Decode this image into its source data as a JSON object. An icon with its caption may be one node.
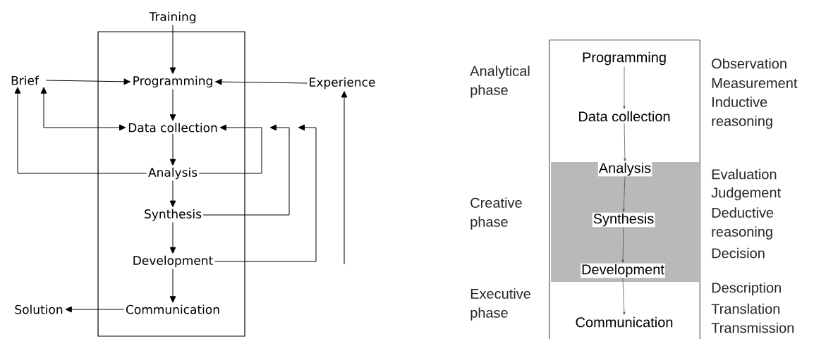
{
  "diagram": {
    "nodes": [
      {
        "text": [],
        "shape": "box"
      },
      {
        "text": [
          "Training"
        ]
      },
      {
        "text": [
          "Brief"
        ]
      },
      {
        "text": [
          "Programming"
        ],
        "in": 0
      },
      {
        "text": [
          "Experience"
        ]
      },
      {
        "text": [
          "Data collection"
        ],
        "in": 0
      },
      {
        "text": [
          "Analysis"
        ],
        "in": 0
      },
      {
        "text": [
          "Synthesis"
        ],
        "in": 0
      },
      {
        "text": [
          "Development"
        ],
        "in": 0
      },
      {
        "text": [
          "Communication"
        ],
        "in": 0
      },
      {
        "text": [
          "Solution"
        ]
      },
      {
        "text": [],
        "shape": "box"
      },
      {
        "text": [
          "Programming"
        ],
        "in": 11
      },
      {
        "text": [
          "Data collection"
        ],
        "in": 11
      },
      {
        "text": [],
        "shape": "band",
        "in": 11
      },
      {
        "text": [
          "Analysis"
        ],
        "in": 14
      },
      {
        "text": [
          "Synthesis"
        ],
        "in": 14
      },
      {
        "text": [
          "Development"
        ],
        "in": 14
      },
      {
        "text": [
          "Communication"
        ],
        "in": 11
      }
    ],
    "edges": [
      {
        "from": 1,
        "to": 3,
        "arrow": "to"
      },
      {
        "from": 2,
        "to": 3,
        "arrow": "to"
      },
      {
        "from": 4,
        "to": 3,
        "arrow": "to"
      },
      {
        "from": 3,
        "to": 5,
        "arrow": "to"
      },
      {
        "from": 5,
        "to": 6,
        "arrow": "to"
      },
      {
        "from": 6,
        "to": 7,
        "arrow": "to"
      },
      {
        "from": 7,
        "to": 8,
        "arrow": "to"
      },
      {
        "from": 8,
        "to": 9,
        "arrow": "to"
      },
      {
        "from": 9,
        "to": 10,
        "arrow": "to"
      },
      {
        "from": 6,
        "to": 2,
        "arrow": "to"
      },
      {
        "from": 2,
        "to": 5,
        "arrow": "both"
      },
      {
        "from": 6,
        "to": 5,
        "arrow": "to"
      },
      {
        "from": 7,
        "to": null,
        "arrow": "to"
      },
      {
        "from": 8,
        "to": null,
        "arrow": "to"
      },
      {
        "from": null,
        "to": 4,
        "arrow": "to"
      },
      {
        "from": 12,
        "to": 13,
        "arrow": "to"
      },
      {
        "from": 13,
        "to": 15,
        "arrow": "to"
      },
      {
        "from": 15,
        "to": 16,
        "arrow": "to"
      },
      {
        "from": 16,
        "to": 17,
        "arrow": "to"
      },
      {
        "from": 17,
        "to": 18,
        "arrow": "to"
      }
    ],
    "labels": [
      "Analytical phase",
      "Observation",
      "Measurement",
      "Inductive reasoning",
      "Creative phase",
      "Evaluation",
      "Judgement",
      "Deductive reasoning",
      "Decision",
      "Executive phase",
      "Description",
      "Translation",
      "Transmission"
    ]
  }
}
